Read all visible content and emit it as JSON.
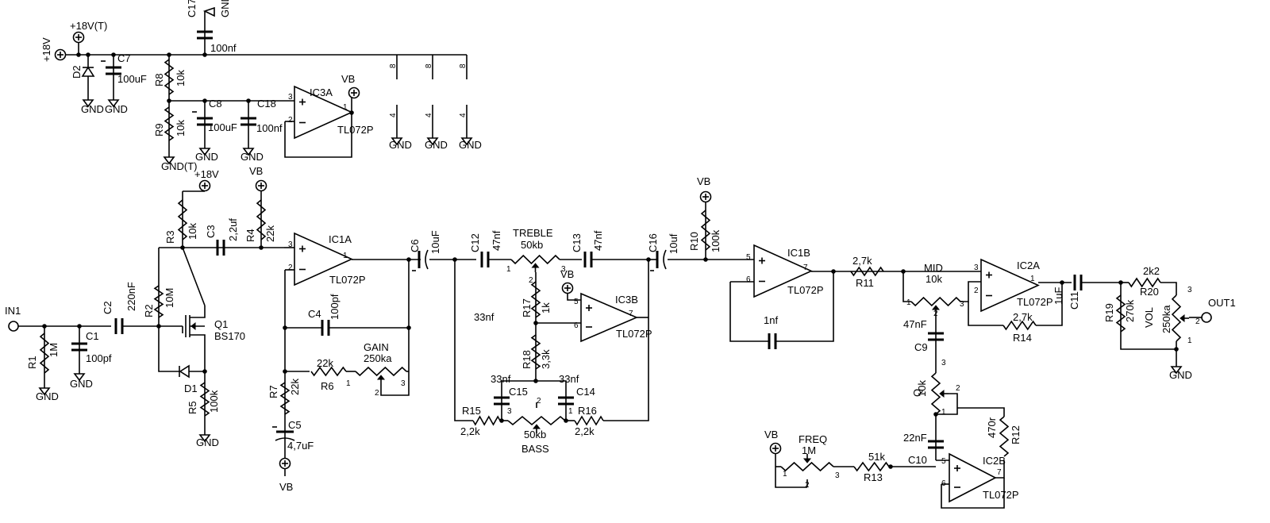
{
  "labels": {
    "p18t": "+18V(T)",
    "p18": "+18V",
    "c17": "C17",
    "gnd_c17": "GND",
    "c17v": "100nf",
    "d2": "D2",
    "c7": "C7",
    "c7v": "100uF",
    "gnd_d2": "GND",
    "gnd_c7": "GND",
    "r8": "R8",
    "r8v": "10k",
    "r9": "R9",
    "r9v": "10k",
    "gnd_t": "GND(T)",
    "c8": "C8",
    "c8v": "100uF",
    "gnd_c8": "GND",
    "c18": "C18",
    "c18v": "100nf",
    "gnd_c18": "GND",
    "ic3a": "IC3A",
    "ic3a_p": "TL072P",
    "vb_top": "VB",
    "pin8a": "8",
    "pin8b": "8",
    "pin8c": "8",
    "pin4a": "4",
    "pin4b": "4",
    "pin4c": "4",
    "gnd_a": "GND",
    "gnd_b": "GND",
    "gnd_c": "GND",
    "in1": "IN1",
    "r1": "R1",
    "r1v": "1M",
    "gnd_r1": "GND",
    "c1": "C1",
    "c1v": "100pf",
    "gnd_c1": "GND",
    "c2": "C2",
    "c2v": "220nF",
    "r2": "R2",
    "r2v": "10M",
    "p18b": "+18V",
    "r3": "R3",
    "r3v": "10k",
    "q1": "Q1",
    "q1v": "BS170",
    "d1": "D1",
    "r5": "R5",
    "r5v": "100k",
    "gnd_r5": "GND",
    "c3": "C3",
    "c3v": "2,2uf",
    "vb_r4": "VB",
    "r4": "R4",
    "r4v": "22k",
    "ic1a": "IC1A",
    "ic1a_p": "TL072P",
    "c4": "C4",
    "c4v": "100pf",
    "r7": "R7",
    "r7v": "22k",
    "r6": "R6",
    "r6v": "22k",
    "gain": "GAIN",
    "gainv": "250ka",
    "c5": "C5",
    "c5v": "4,7uF",
    "vb_c5": "VB",
    "c6": "C6",
    "c6v": "10uF",
    "c12": "C12",
    "c12v": "47nf",
    "treble": "TREBLE",
    "treblev": "50kb",
    "c13": "C13",
    "c13v": "47nf",
    "vb_ic3b": "VB",
    "ic3b": "IC3B",
    "ic3b_p": "TL072P",
    "r17": "R17",
    "r17v": "1k",
    "r18": "R18",
    "r18v": "3,3k",
    "nf33a": "33nf",
    "nf33b": "33nf",
    "nf33c": "33nf",
    "c15": "C15",
    "c14": "C14",
    "r15": "R15",
    "r15v": "2,2k",
    "r16": "R16",
    "r16v": "2,2k",
    "bassv": "50kb",
    "bass": "BASS",
    "c16": "C16",
    "c16v": "10uf",
    "vb_r10": "VB",
    "r10": "R10",
    "r10v": "100k",
    "ic1b": "IC1B",
    "ic1b_p": "TL072P",
    "c1nf": "1nf",
    "r11": "R11",
    "r11v": "2,7k",
    "mid": "MID",
    "midv": "10k",
    "ic2a": "IC2A",
    "ic2a_p": "TL072P",
    "r14": "R14",
    "r14v": "2,7k",
    "c9v": "47nF",
    "c9": "C9",
    "q": "Q",
    "qv": "10k",
    "c10v": "22nF",
    "c10": "C10",
    "r12": "R12",
    "r12v": "470r",
    "ic2b": "IC2B",
    "ic2b_p": "TL072P",
    "vb_freq": "VB",
    "freq": "FREQ",
    "freqv": "1M",
    "r13": "R13",
    "r13v": "51k",
    "c11": "C11",
    "c11v": "1uF",
    "r20": "R20",
    "r20v": "2k2",
    "r19": "R19",
    "r19v": "270k",
    "vol": "VOL",
    "volv": "250ka",
    "out1": "OUT1",
    "gnd_vol": "GND",
    "pin": {
      "one": "1",
      "two": "2",
      "three": "3",
      "five": "5",
      "six": "6",
      "seven": "7"
    }
  }
}
